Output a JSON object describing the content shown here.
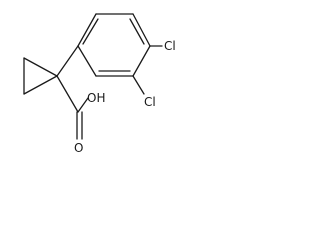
{
  "molecule": {
    "atom_labels": {
      "cl_para": "Cl",
      "cl_meta": "Cl",
      "hydroxyl": "OH",
      "carbonyl_oxygen": "O"
    }
  }
}
